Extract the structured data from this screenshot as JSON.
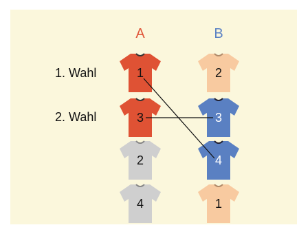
{
  "columns": {
    "a": "A",
    "b": "B"
  },
  "row_labels": {
    "first": "1. Wahl",
    "second": "2. Wahl"
  },
  "shirts": {
    "a1": {
      "number": "1"
    },
    "a2": {
      "number": "3"
    },
    "a3": {
      "number": "2"
    },
    "a4": {
      "number": "4"
    },
    "b1": {
      "number": "2"
    },
    "b2": {
      "number": "3"
    },
    "b3": {
      "number": "4"
    },
    "b4": {
      "number": "1"
    }
  },
  "colors": {
    "background": "#fbf7dc",
    "column_a": "#e0563a",
    "column_b": "#5b82c4",
    "red_shirt": "#df5234",
    "blue_shirt": "#5a80c2",
    "grey_shirt": "#cfcfcf",
    "peach_shirt": "#f8caa0"
  }
}
